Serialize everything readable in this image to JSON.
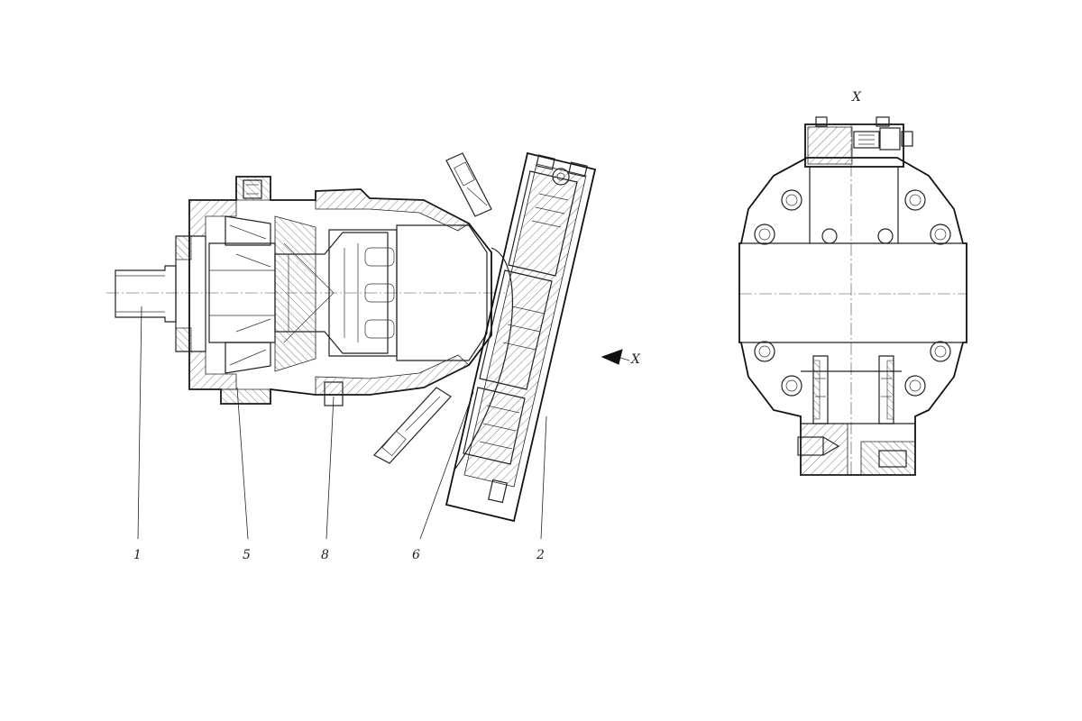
{
  "drawing": {
    "section_view": {
      "callouts": [
        {
          "label": "1"
        },
        {
          "label": "5"
        },
        {
          "label": "8"
        },
        {
          "label": "6"
        },
        {
          "label": "2"
        }
      ],
      "view_arrow_label": "X"
    },
    "end_view": {
      "title_label": "X"
    }
  }
}
